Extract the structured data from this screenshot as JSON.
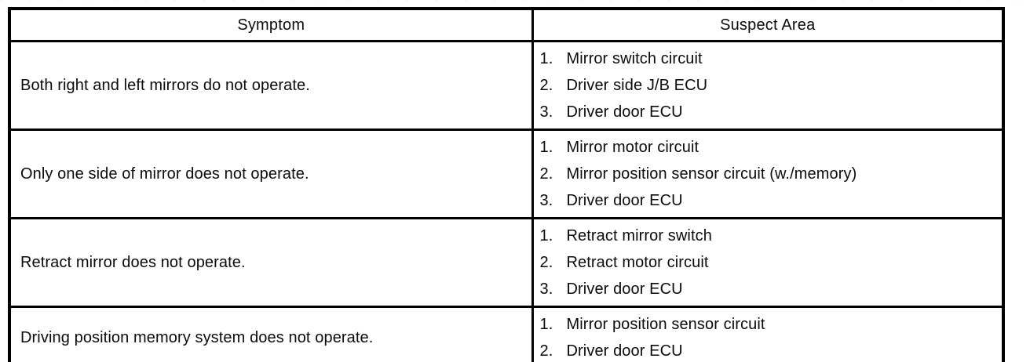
{
  "table": {
    "columns": [
      "Symptom",
      "Suspect Area"
    ],
    "rows": [
      {
        "symptom": "Both right and left mirrors do not operate.",
        "suspect_areas": [
          {
            "num": "1.",
            "text": "Mirror switch circuit"
          },
          {
            "num": "2.",
            "text": "Driver side J/B ECU"
          },
          {
            "num": "3.",
            "text": "Driver door ECU"
          }
        ]
      },
      {
        "symptom": "Only one side of mirror does not operate.",
        "suspect_areas": [
          {
            "num": "1.",
            "text": "Mirror motor circuit"
          },
          {
            "num": "2.",
            "text": "Mirror position sensor circuit (w./memory)"
          },
          {
            "num": "3.",
            "text": "Driver door ECU"
          }
        ]
      },
      {
        "symptom": "Retract mirror does not operate.",
        "suspect_areas": [
          {
            "num": "1.",
            "text": "Retract mirror switch"
          },
          {
            "num": "2.",
            "text": "Retract motor circuit"
          },
          {
            "num": "3.",
            "text": "Driver door ECU"
          }
        ]
      },
      {
        "symptom": "Driving position memory system does not operate.",
        "suspect_areas": [
          {
            "num": "1.",
            "text": "Mirror position sensor circuit"
          },
          {
            "num": "2.",
            "text": "Driver door ECU"
          }
        ]
      }
    ]
  },
  "colors": {
    "ink": "#0b0b0b",
    "paper": "#ffffff",
    "border": "#000000"
  }
}
